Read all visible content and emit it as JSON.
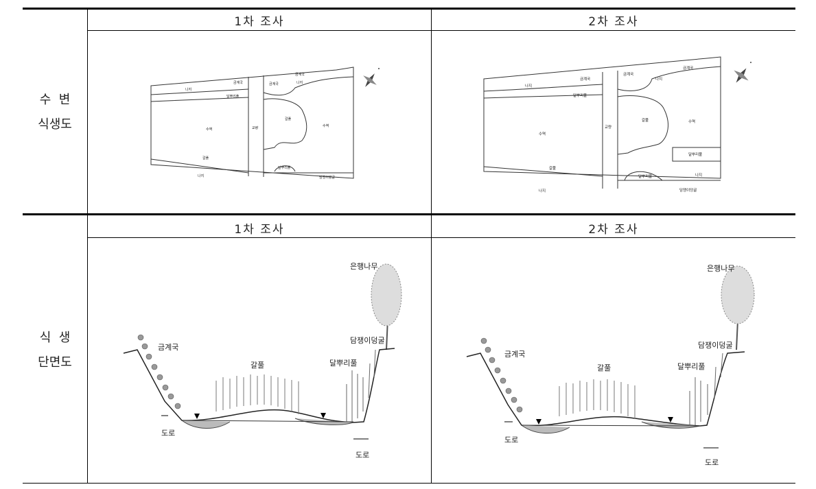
{
  "columns": [
    "1차 조사",
    "2차 조사"
  ],
  "rows": [
    {
      "label_line1": "수  변",
      "label_line2": "식생도"
    },
    {
      "label_line1": "식  생",
      "label_line2": "단면도"
    }
  ],
  "map_labels": {
    "nangi": "나지",
    "geumgyeguk": "금계국",
    "dalpuri": "달뿌리풀",
    "suyeok": "수역",
    "gyoryang": "교량",
    "galdae": "갈풀",
    "damjaengi": "담쟁이덩굴"
  },
  "section_labels": {
    "ginkgo": "은행나무",
    "geumgyeguk": "금계국",
    "galdae": "갈풀",
    "damjaengi": "담쟁이덩굴",
    "dalpuri": "달뿌리풀",
    "road": "도로"
  }
}
